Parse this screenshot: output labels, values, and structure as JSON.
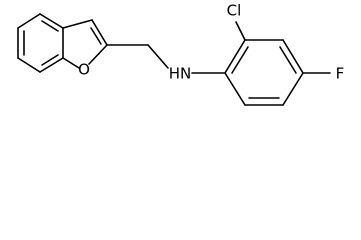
{
  "molecule": {
    "atoms": {
      "O": "O",
      "N": "HN",
      "Cl": "Cl",
      "F": "F"
    }
  },
  "colors": {
    "bond": "#000000",
    "background": "#ffffff"
  }
}
